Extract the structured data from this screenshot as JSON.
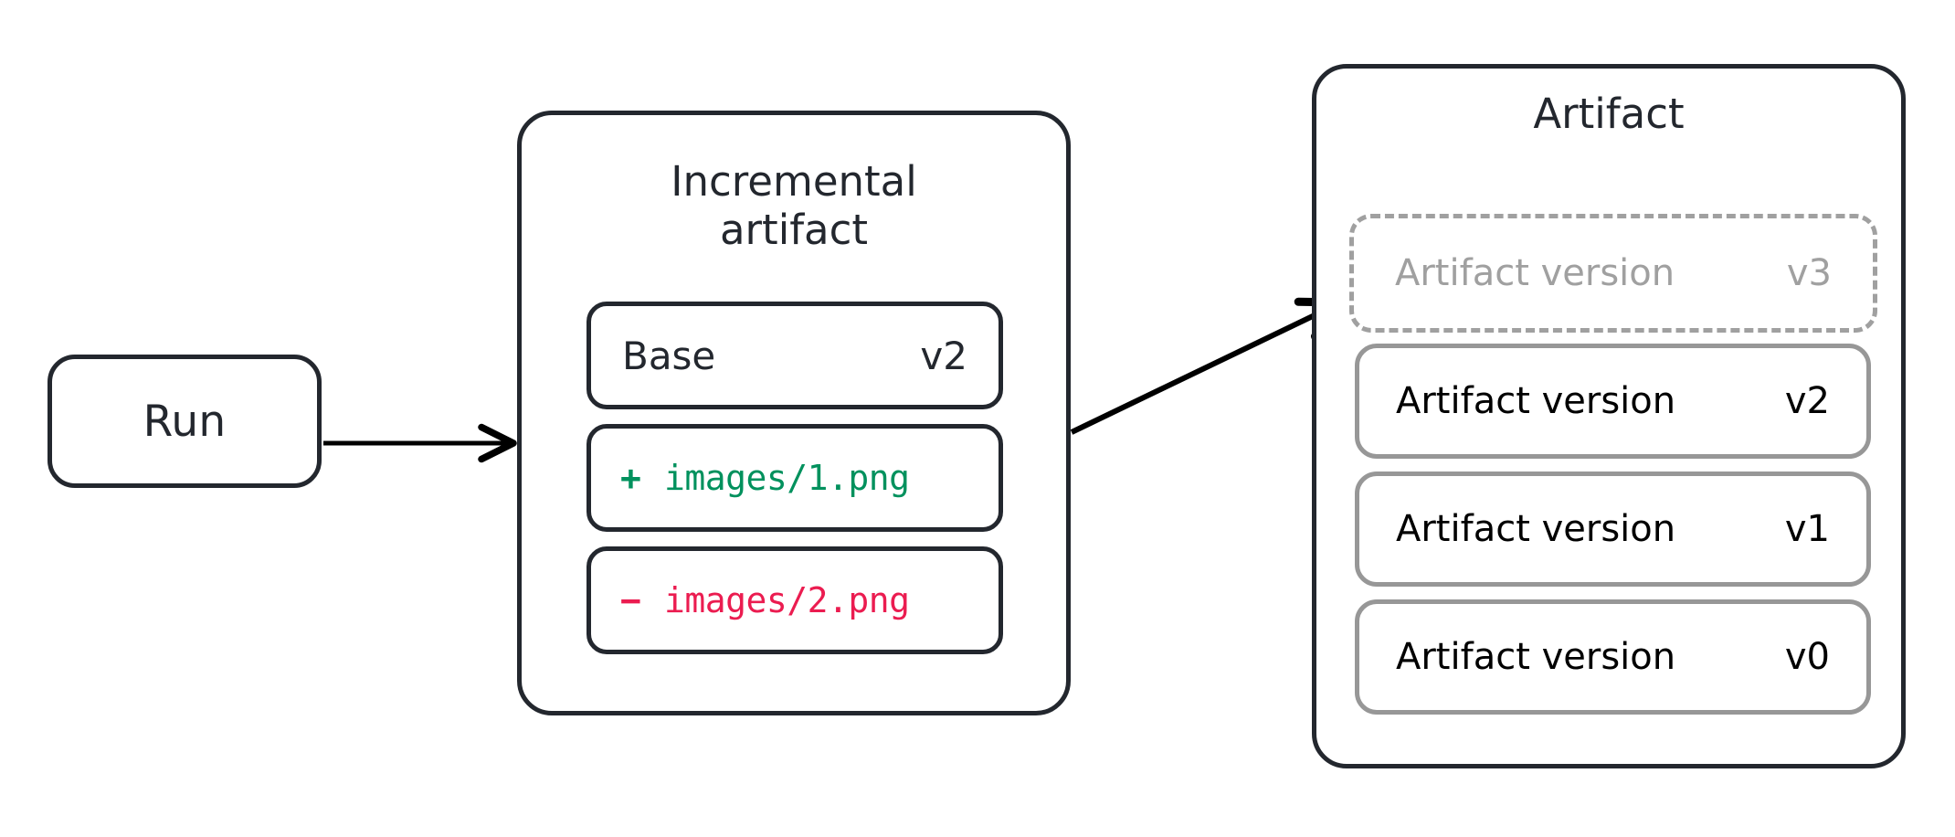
{
  "diagram": {
    "title_hidden": "",
    "colors": {
      "ink": "#23272e",
      "added": "#00915d",
      "removed": "#eb1c50",
      "muted": "#a0a0a0",
      "row_border": "#979797",
      "background": "#ffffff"
    }
  },
  "run": {
    "label": "Run"
  },
  "incremental": {
    "title": "Incremental\nartifact",
    "rows": [
      {
        "kind": "base",
        "name": "Base",
        "version": "v2"
      },
      {
        "kind": "added",
        "sign": "+",
        "path": "images/1.png"
      },
      {
        "kind": "removed",
        "sign": "−",
        "path": "images/2.png"
      }
    ]
  },
  "artifact": {
    "title": "Artifact",
    "rows": [
      {
        "state": "pending",
        "name": "Artifact version",
        "version": "v3"
      },
      {
        "state": "committed",
        "name": "Artifact version",
        "version": "v2"
      },
      {
        "state": "committed",
        "name": "Artifact version",
        "version": "v1"
      },
      {
        "state": "committed",
        "name": "Artifact version",
        "version": "v0"
      }
    ]
  },
  "edges": [
    {
      "id": "run-to-incremental",
      "from": "Run",
      "to": "Incremental artifact",
      "label": ""
    },
    {
      "id": "incremental-to-artifact",
      "from": "Incremental artifact",
      "to": "Artifact version v3",
      "label": ""
    }
  ]
}
